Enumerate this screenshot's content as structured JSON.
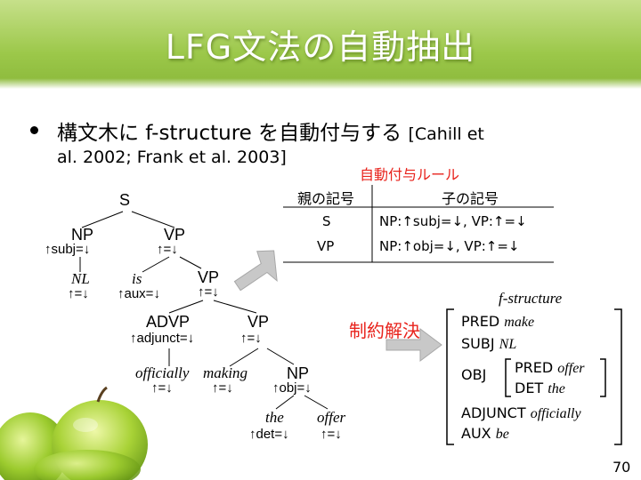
{
  "title": "LFG文法の自動抽出",
  "bullet": {
    "line1_main": "構文木に f-structure を自動付与する",
    "line1_cite": "[Cahill et",
    "line2": "al. 2002; Frank et al. 2003]"
  },
  "rules": {
    "title": "自動付与ルール",
    "header_parent": "親の記号",
    "header_child": "子の記号",
    "rows": [
      {
        "parent": "S",
        "child": "NP:↑subj=↓, VP:↑=↓"
      },
      {
        "parent": "VP",
        "child": "NP:↑obj=↓, VP:↑=↓"
      }
    ]
  },
  "tree": {
    "s": "S",
    "np1": "NP",
    "np1_ann": "↑subj=↓",
    "vp1": "VP",
    "vp1_ann": "↑=↓",
    "nl": "NL",
    "nl_ann": "↑=↓",
    "is": "is",
    "is_ann": "↑aux=↓",
    "vp2": "VP",
    "vp2_ann": "↑=↓",
    "advp": "ADVP",
    "advp_ann": "↑adjunct=↓",
    "vp3": "VP",
    "vp3_ann": "↑=↓",
    "officially": "officially",
    "officially_ann": "↑=↓",
    "making": "making",
    "making_ann": "↑=↓",
    "np2": "NP",
    "np2_ann": "↑obj=↓",
    "the": "the",
    "the_ann": "↑det=↓",
    "offer": "offer",
    "offer_ann": "↑=↓"
  },
  "solve_label": "制約解決",
  "fstruct": {
    "label": "f-structure",
    "pred_key": "PRED",
    "pred_val": "make",
    "subj_key": "SUBJ",
    "subj_val": "NL",
    "obj_key": "OBJ",
    "obj_pred_key": "PRED",
    "obj_pred_val": "offer",
    "obj_det_key": "DET",
    "obj_det_val": "the",
    "adjunct_key": "ADJUNCT",
    "adjunct_val": "officially",
    "aux_key": "AUX",
    "aux_val": "be"
  },
  "page_number": "70",
  "colors": {
    "title_bg": "#9cc84a",
    "accent_red": "#e8231c",
    "arrow_gray": "#c8c8c8"
  }
}
